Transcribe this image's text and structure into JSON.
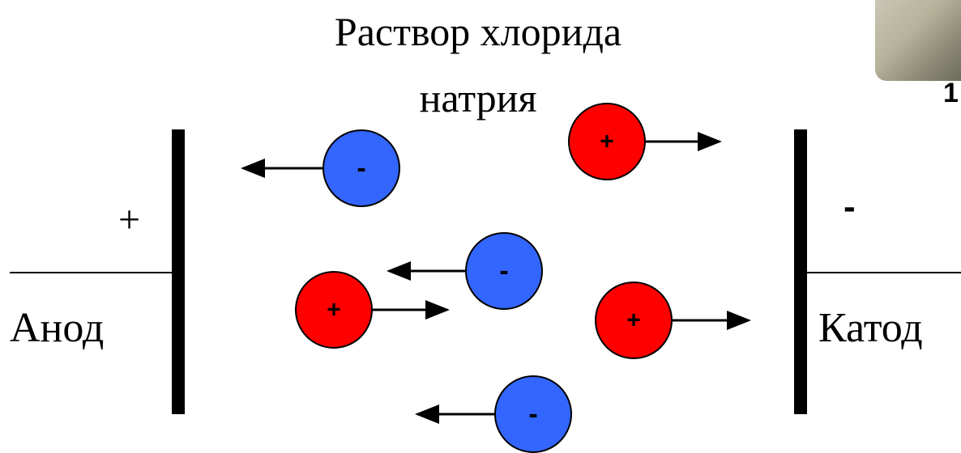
{
  "title": {
    "line1": "Раствор хлорида",
    "line2": "натрия"
  },
  "anode": {
    "label": "Анод",
    "sign": "+"
  },
  "cathode": {
    "label": "Катод",
    "sign": "-"
  },
  "corner_number": "1",
  "colors": {
    "cation": "#ff0000",
    "anion": "#3366ff",
    "outline": "#000000",
    "electrode": "#000000"
  },
  "ions": [
    {
      "type": "anion",
      "sign": "-",
      "direction": "left"
    },
    {
      "type": "cation",
      "sign": "+",
      "direction": "right"
    },
    {
      "type": "anion",
      "sign": "-",
      "direction": "left"
    },
    {
      "type": "cation",
      "sign": "+",
      "direction": "right"
    },
    {
      "type": "cation",
      "sign": "+",
      "direction": "right"
    },
    {
      "type": "anion",
      "sign": "-",
      "direction": "left"
    }
  ]
}
